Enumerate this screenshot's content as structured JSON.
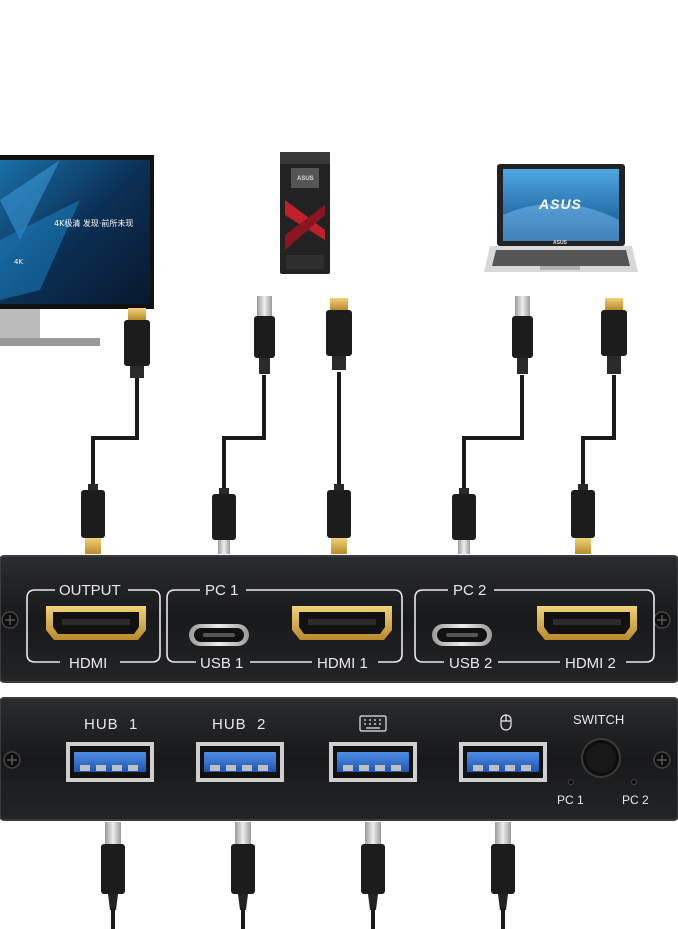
{
  "monitor": {
    "screen_text": "4K极清 发现·前所未现",
    "badge_small": "4K"
  },
  "laptop": {
    "brand": "ASUS",
    "brand_small": "ASUS"
  },
  "tower": {
    "brand": "ASUS"
  },
  "front_panel": {
    "output_label": "OUTPUT",
    "output_port_label": "HDMI",
    "pc1_label": "PC 1",
    "pc1_usb_label": "USB 1",
    "pc1_hdmi_label": "HDMI 1",
    "pc2_label": "PC 2",
    "pc2_usb_label": "USB 2",
    "pc2_hdmi_label": "HDMI 2"
  },
  "rear_panel": {
    "hub1_label": "HUB  1",
    "hub2_label": "HUB  2",
    "keyboard_icon": "keyboard-icon",
    "mouse_icon": "mouse-icon",
    "switch_label": "SWITCH",
    "led_pc1_label": "PC 1",
    "led_pc2_label": "PC 2"
  },
  "colors": {
    "panel": "#1d1e20",
    "panel_border": "#3a3b3d",
    "usb_blue": "#2d6fd1",
    "hdmi_gold": "#d9b24a",
    "outline": "#e8e8e8"
  }
}
